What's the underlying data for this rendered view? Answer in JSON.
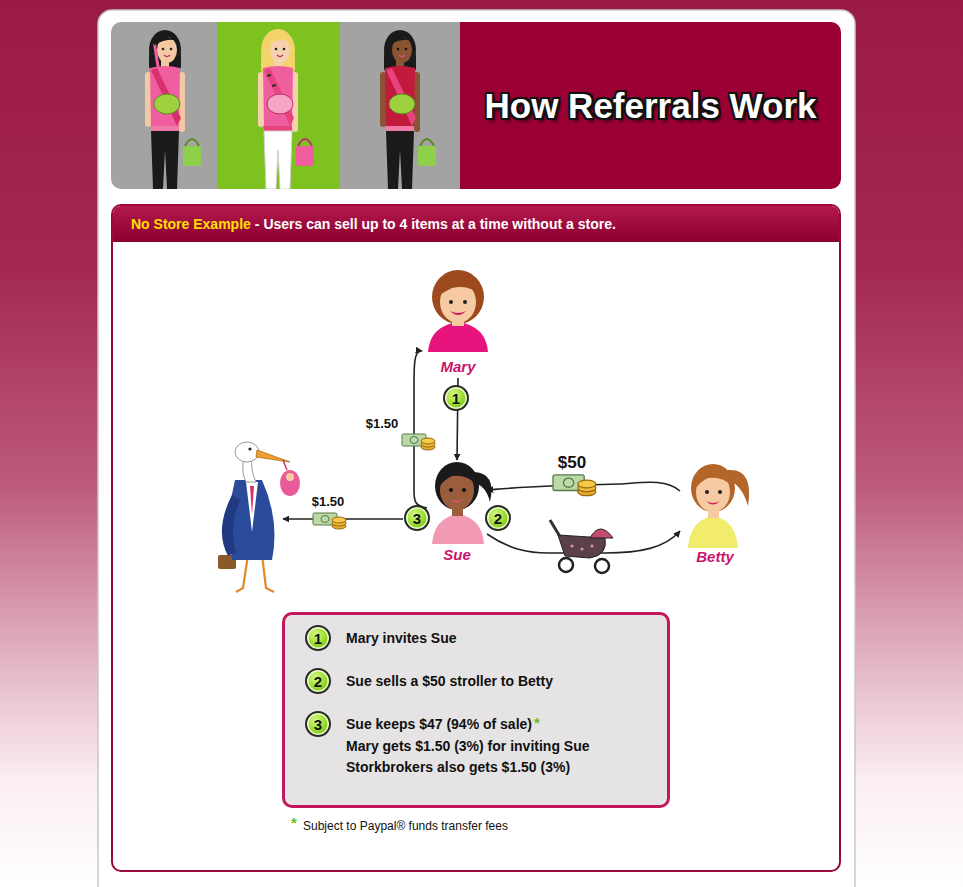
{
  "diagram": {
    "title": "How Referrals Work",
    "nodes": [
      {
        "text": [
          "No Store Example",
          "- Users can sell up to 4 items at a time without a store."
        ]
      },
      {
        "text": [
          "Mary"
        ],
        "in": 0
      },
      {
        "text": [
          "Sue"
        ],
        "in": 0
      },
      {
        "text": [
          "Betty"
        ],
        "in": 0
      },
      {
        "text": [
          "Mary invites Sue",
          "Sue sells a $50 stroller to Betty",
          "Sue keeps $47 (94% of sale)",
          "Mary gets $1.50 (3%) for inviting Sue",
          "Storkbrokers also gets $1.50 (3%)"
        ],
        "in": 0
      }
    ],
    "edges": [
      {
        "from": 1,
        "to": 2,
        "arrow": "to"
      },
      {
        "from": 2,
        "to": 3,
        "arrow": "to"
      },
      {
        "from": 3,
        "to": 2,
        "label": "$50",
        "arrow": "to"
      },
      {
        "from": 2,
        "to": 1,
        "label": "$1.50",
        "arrow": "to"
      }
    ],
    "labels": [
      "1",
      "3",
      "2",
      "$1.50",
      "1",
      "2",
      "3",
      "*",
      "*",
      "Subject to Paypal® funds transfer fees"
    ]
  }
}
